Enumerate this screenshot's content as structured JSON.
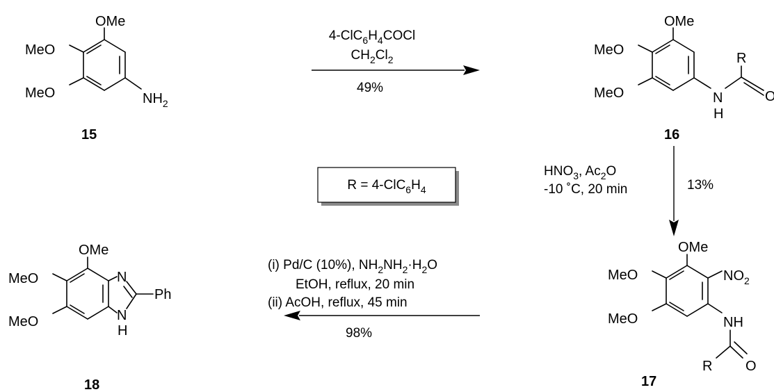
{
  "colors": {
    "ink": "#000000",
    "box_shadow": "#8a8a8a",
    "background": "#ffffff"
  },
  "compound_15": {
    "number": "15",
    "ome": "OMe",
    "meo_top": "MeO",
    "meo_bottom": "MeO",
    "amine": "NH",
    "amine_sub": "2"
  },
  "compound_16": {
    "number": "16",
    "ome": "OMe",
    "meo_top": "MeO",
    "meo_bottom": "MeO",
    "nitrogen": "N",
    "hydrogen": "H",
    "r_group": "R",
    "oxygen": "O"
  },
  "compound_17": {
    "number": "17",
    "ome": "OMe",
    "meo_top": "MeO",
    "meo_bottom": "MeO",
    "nitro": "NO",
    "nitro_sub": "2",
    "nh": "NH",
    "r_group": "R",
    "oxygen": "O"
  },
  "compound_18": {
    "number": "18",
    "ome": "OMe",
    "meo_top": "MeO",
    "meo_bottom": "MeO",
    "n_ring": "N",
    "nh_n": "N",
    "nh_h": "H",
    "ph": "Ph"
  },
  "step_1": {
    "reagent_a": "4-ClC",
    "reagent_a_sub": "6",
    "reagent_a_mid": "H",
    "reagent_a_sub2": "4",
    "reagent_a_end": "COCl",
    "solvent": "CH",
    "solvent_sub": "2",
    "solvent_mid": "Cl",
    "solvent_sub2": "2",
    "yield": "49%"
  },
  "step_2": {
    "reagent": "HNO",
    "reagent_sub": "3",
    "reagent_mid": ", Ac",
    "reagent_sub2": "2",
    "reagent_end": "O",
    "conditions": "-10 ˚C, 20 min",
    "yield": "13%"
  },
  "step_3": {
    "line1_a": "(i)  Pd/C (10%), NH",
    "line1_sub1": "2",
    "line1_b": "NH",
    "line1_sub2": "2",
    "line1_c": "·H",
    "line1_sub3": "2",
    "line1_d": "O",
    "line2": "EtOH, reflux, 20 min",
    "line3": "(ii)  AcOH, reflux, 45 min",
    "yield": "98%"
  },
  "r_definition": {
    "prefix": "R = 4-ClC",
    "sub1": "6",
    "mid": "H",
    "sub2": "4"
  }
}
